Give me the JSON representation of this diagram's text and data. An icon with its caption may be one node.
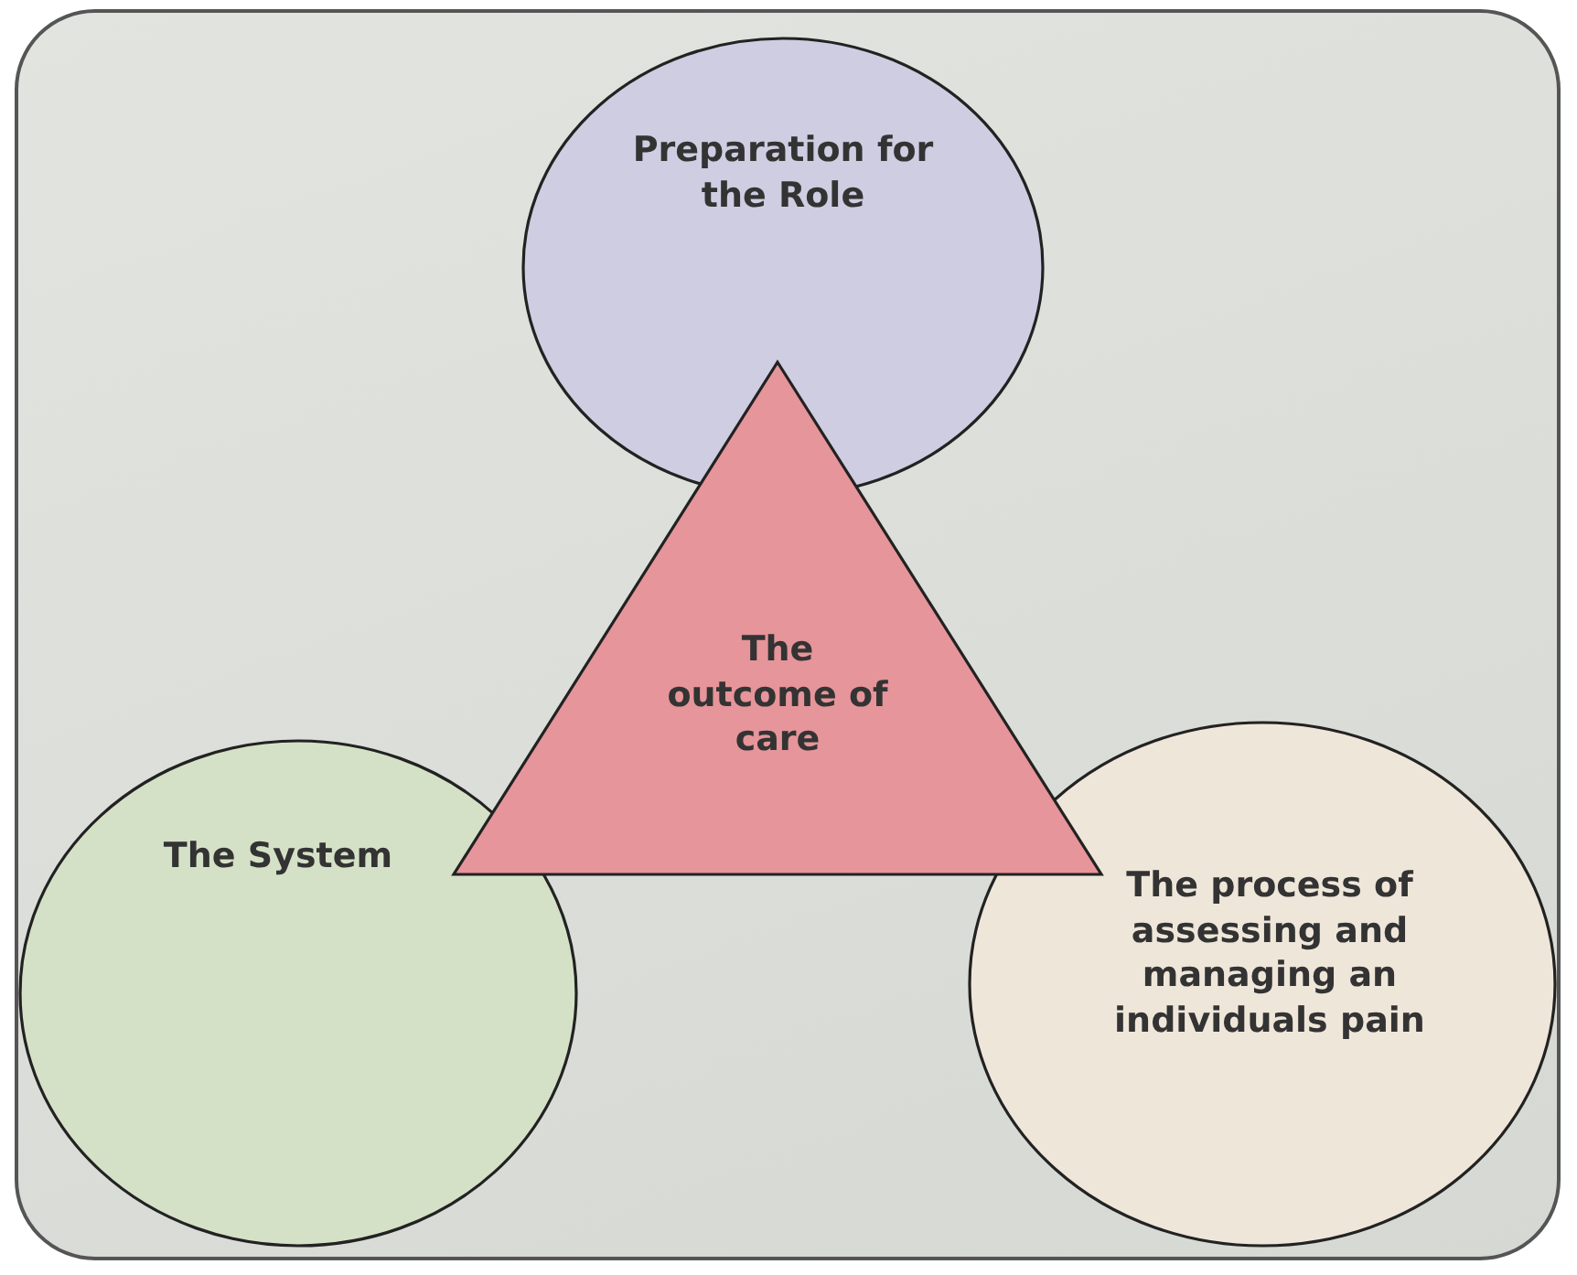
{
  "diagram": {
    "nodes": [
      {
        "text": [
          "Preparation for the Role"
        ]
      },
      {
        "text": [
          "The outcome of care"
        ]
      },
      {
        "text": [
          "The System"
        ]
      },
      {
        "text": [
          "The process of assessing and managing an individuals pain"
        ]
      }
    ]
  }
}
